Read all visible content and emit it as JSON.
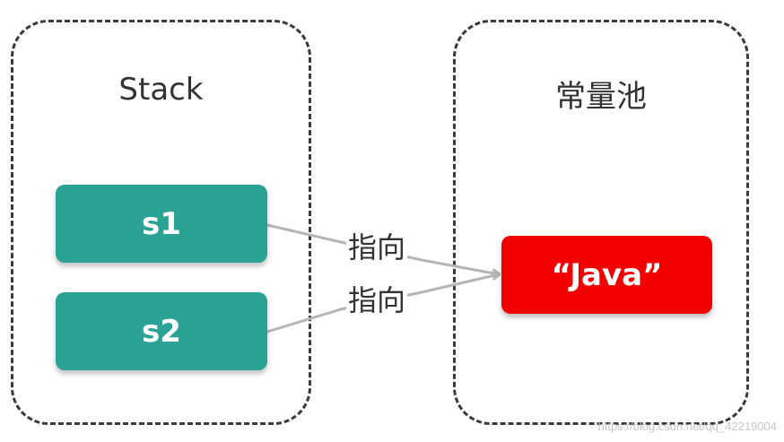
{
  "stack": {
    "title": "Stack",
    "items": [
      "s1",
      "s2"
    ]
  },
  "constant_pool": {
    "title": "常量池",
    "value": "“Java”"
  },
  "edges": [
    {
      "from": "s1",
      "to": "“Java”",
      "label": "指向"
    },
    {
      "from": "s2",
      "to": "“Java”",
      "label": "指向"
    }
  ],
  "watermark": "https://blog.csdn.net/qq_42219004",
  "colors": {
    "variable": "#2aa394",
    "string_object": "#f20000",
    "arrow": "#b5b5b5",
    "border": "#3a3a3a"
  }
}
